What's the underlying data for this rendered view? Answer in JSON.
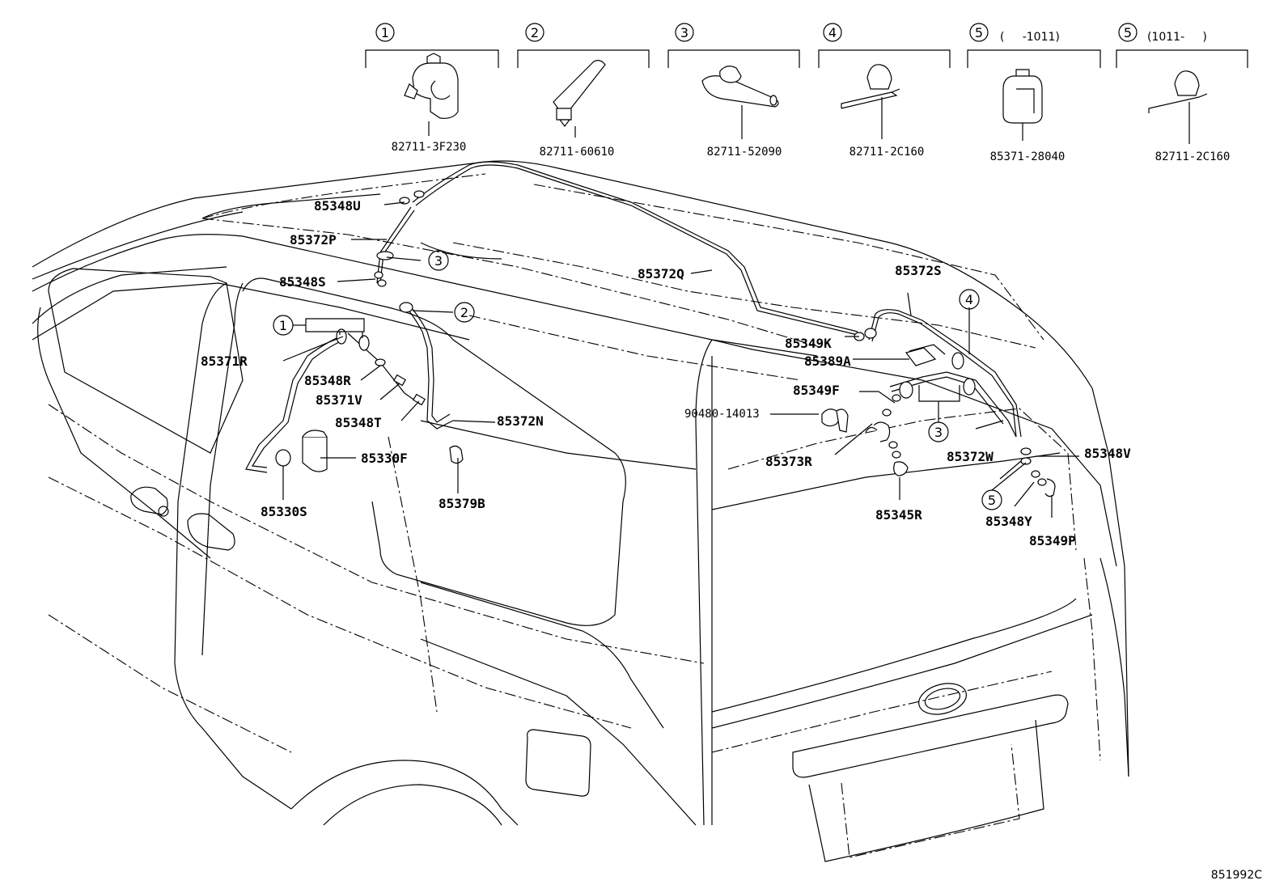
{
  "header_parts": [
    {
      "num": "1",
      "note": "",
      "part_no": "82711-3F230"
    },
    {
      "num": "2",
      "note": "",
      "part_no": "82711-60610"
    },
    {
      "num": "3",
      "note": "",
      "part_no": "82711-52090"
    },
    {
      "num": "4",
      "note": "",
      "part_no": "82711-2C160"
    },
    {
      "num": "5",
      "note": "(     -1011)",
      "part_no": "85371-28040"
    },
    {
      "num": "5",
      "note": "(1011-     )",
      "part_no": "82711-2C160"
    }
  ],
  "labels": [
    {
      "id": "85348U",
      "text": "85348U"
    },
    {
      "id": "85372P",
      "text": "85372P"
    },
    {
      "id": "85348S",
      "text": "85348S"
    },
    {
      "id": "85372Q",
      "text": "85372Q"
    },
    {
      "id": "85372S",
      "text": "85372S"
    },
    {
      "id": "85349K",
      "text": "85349K"
    },
    {
      "id": "85389A",
      "text": "85389A"
    },
    {
      "id": "85349F",
      "text": "85349F"
    },
    {
      "id": "90480-14013",
      "text": "90480-14013"
    },
    {
      "id": "85373R",
      "text": "85373R"
    },
    {
      "id": "85372W",
      "text": "85372W"
    },
    {
      "id": "85348V",
      "text": "85348V"
    },
    {
      "id": "85345R",
      "text": "85345R"
    },
    {
      "id": "85348Y",
      "text": "85348Y"
    },
    {
      "id": "85349P",
      "text": "85349P"
    },
    {
      "id": "85371R",
      "text": "85371R"
    },
    {
      "id": "85348R",
      "text": "85348R"
    },
    {
      "id": "85371V",
      "text": "85371V"
    },
    {
      "id": "85348T",
      "text": "85348T"
    },
    {
      "id": "85372N",
      "text": "85372N"
    },
    {
      "id": "85330F",
      "text": "85330F"
    },
    {
      "id": "85330S",
      "text": "85330S"
    },
    {
      "id": "85379B",
      "text": "85379B"
    }
  ],
  "callouts": [
    "3",
    "2",
    "1",
    "4",
    "3",
    "5"
  ],
  "figure_ref": "851992C"
}
